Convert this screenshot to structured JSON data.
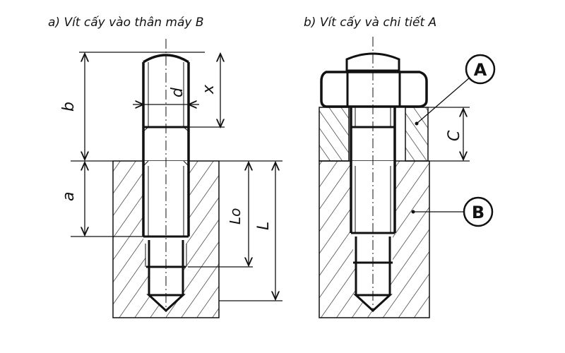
{
  "figure_a": {
    "caption": "a) Vít cấy vào thân máy B",
    "dimensions": {
      "b": "b",
      "a": "a",
      "d": "d",
      "x": "x",
      "L0": "Lo",
      "L": "L"
    }
  },
  "figure_b": {
    "caption": "b) Vít cấy và chi tiết A",
    "dimensions": {
      "C": "C"
    },
    "callouts": {
      "A": "A",
      "B": "B"
    }
  },
  "colors": {
    "line": "#111111",
    "background": "#ffffff"
  }
}
